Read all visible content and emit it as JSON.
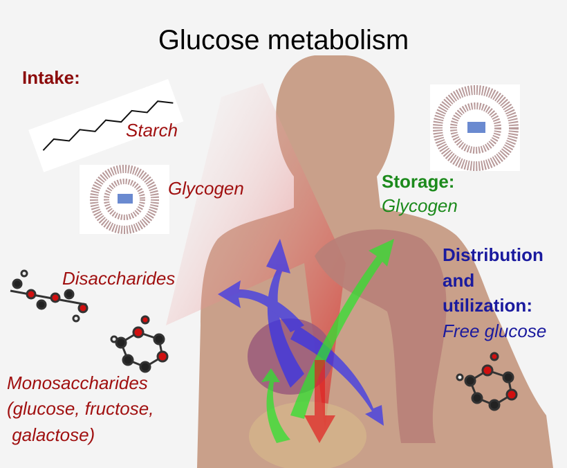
{
  "title": "Glucose metabolism",
  "intake": {
    "heading": "Intake:",
    "starch": "Starch",
    "glycogen": "Glycogen",
    "disaccharides": "Disaccharides",
    "monosaccharides": [
      "Monosaccharides",
      "(glucose, fructose,",
      " galactose)"
    ]
  },
  "storage": {
    "heading": "Storage:",
    "item": "Glycogen"
  },
  "distribution": {
    "heading": [
      "Distribution",
      "and",
      "utilization:"
    ],
    "item": "Free glucose"
  },
  "colors": {
    "intake": "#a01010",
    "storage": "#1c8a1c",
    "distribution": "#1a1a9e",
    "body": "#c9a08a"
  }
}
